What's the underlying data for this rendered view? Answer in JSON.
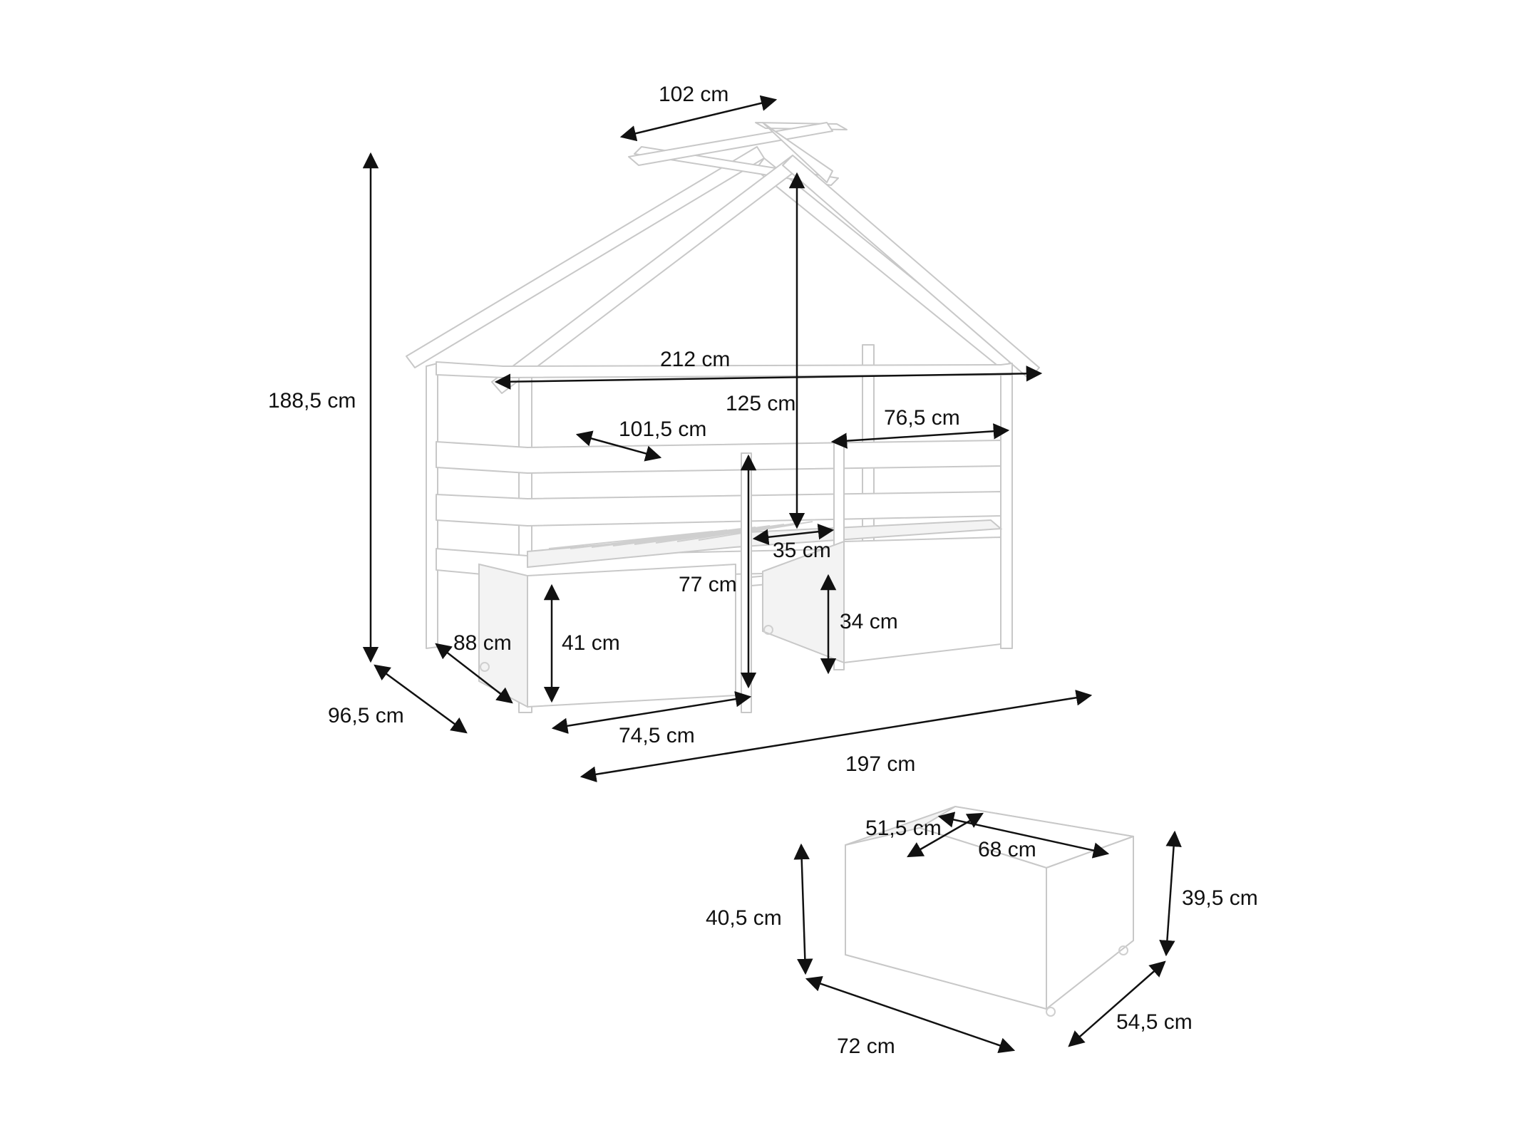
{
  "colors": {
    "background": "#ffffff",
    "dimension_line": "#111111",
    "furniture_outline": "#c8c8c8"
  },
  "bed": {
    "dimensions": {
      "top_width": "102 cm",
      "total_height": "188,5 cm",
      "roof_length": "212 cm",
      "inner_height": "125 cm",
      "rail_length_left": "101,5 cm",
      "rail_length_right": "76,5 cm",
      "ladder_width": "35 cm",
      "side_height": "77 cm",
      "bed_height": "88 cm",
      "drawer_height": "41 cm",
      "ladder_clearance": "34 cm",
      "total_depth": "96,5 cm",
      "opening_width": "74,5 cm",
      "total_length": "197 cm"
    }
  },
  "drawer": {
    "dimensions": {
      "inner_depth": "51,5 cm",
      "inner_width": "68 cm",
      "front_height": "40,5 cm",
      "back_height": "39,5 cm",
      "outer_width": "72 cm",
      "outer_depth": "54,5 cm"
    }
  }
}
